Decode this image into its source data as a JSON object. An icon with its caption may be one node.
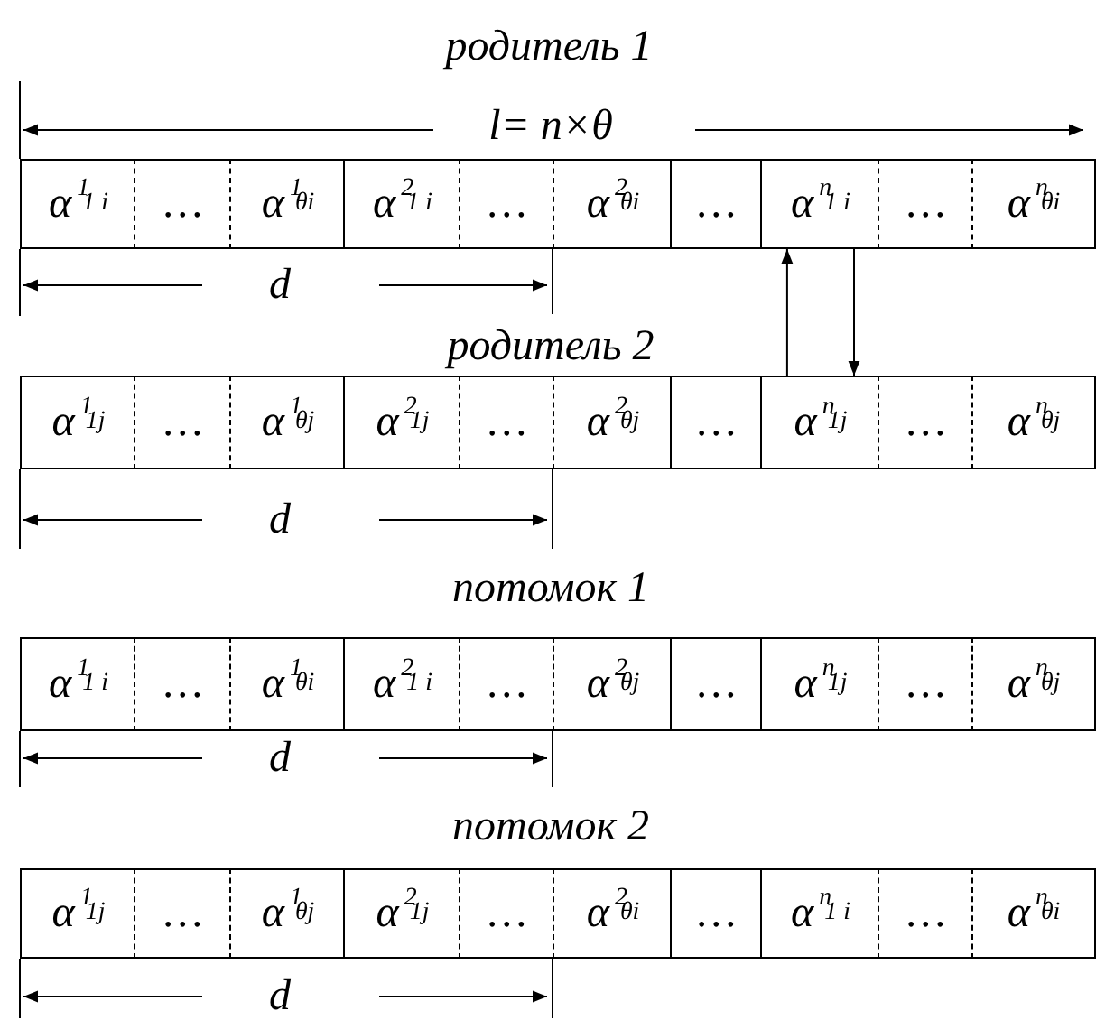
{
  "diagram": {
    "nodes": [
      {
        "text": [
          "α$^{1}$$_{1 i}$"
        ]
      },
      {
        "text": [
          "…"
        ]
      },
      {
        "text": [
          "α$^{1}$$_{θi}$"
        ]
      },
      {
        "text": [
          "α$^{2}$$_{1 i}$"
        ]
      },
      {
        "text": [
          "…"
        ]
      },
      {
        "text": [
          "α$^{2}$$_{θi}$"
        ]
      },
      {
        "text": [
          "…"
        ]
      },
      {
        "text": [
          "α$^{n}$$_{1 i}$"
        ]
      },
      {
        "text": [
          "…"
        ]
      },
      {
        "text": [
          "α$^{n}$$_{θi}$"
        ]
      },
      {
        "text": [
          "α$^{1}$$_{1j}$"
        ]
      },
      {
        "text": [
          "…"
        ]
      },
      {
        "text": [
          "α$^{1}$$_{θj}$"
        ]
      },
      {
        "text": [
          "α$^{2}$$_{1j}$"
        ]
      },
      {
        "text": [
          "…"
        ]
      },
      {
        "text": [
          "α$^{2}$$_{θj}$"
        ]
      },
      {
        "text": [
          "…"
        ]
      },
      {
        "text": [
          "α$^{n}$$_{1j}$"
        ]
      },
      {
        "text": [
          "…"
        ]
      },
      {
        "text": [
          "α$^{n}$$_{θj}$"
        ]
      },
      {
        "text": [
          "α$^{1}$$_{1 i}$"
        ]
      },
      {
        "text": [
          "…"
        ]
      },
      {
        "text": [
          "α$^{1}$$_{θi}$"
        ]
      },
      {
        "text": [
          "α$^{2}$$_{1 i}$"
        ]
      },
      {
        "text": [
          "…"
        ]
      },
      {
        "text": [
          "α$^{2}$$_{θj}$"
        ]
      },
      {
        "text": [
          "…"
        ]
      },
      {
        "text": [
          "α$^{n}$$_{1j}$"
        ]
      },
      {
        "text": [
          "…"
        ]
      },
      {
        "text": [
          "α$^{n}$$_{θj}$"
        ]
      },
      {
        "text": [
          "α$^{1}$$_{1j}$"
        ]
      },
      {
        "text": [
          "…"
        ]
      },
      {
        "text": [
          "α$^{1}$$_{θj}$"
        ]
      },
      {
        "text": [
          "α$^{2}$$_{1j}$"
        ]
      },
      {
        "text": [
          "…"
        ]
      },
      {
        "text": [
          "α$^{2}$$_{θi}$"
        ]
      },
      {
        "text": [
          "…"
        ]
      },
      {
        "text": [
          "α$^{n}$$_{1 i}$"
        ]
      },
      {
        "text": [
          "…"
        ]
      },
      {
        "text": [
          "α$^{n}$$_{θi}$"
        ]
      }
    ],
    "edges": [
      {
        "from": 17,
        "to": 7,
        "arrow": "to"
      },
      {
        "from": 7,
        "to": 17,
        "arrow": "to"
      }
    ],
    "labels": [
      "родитель 1",
      "l= n×θ",
      "d",
      "родитель 2",
      "d",
      "потомок 1",
      "d",
      "потомок 2",
      "d"
    ]
  }
}
